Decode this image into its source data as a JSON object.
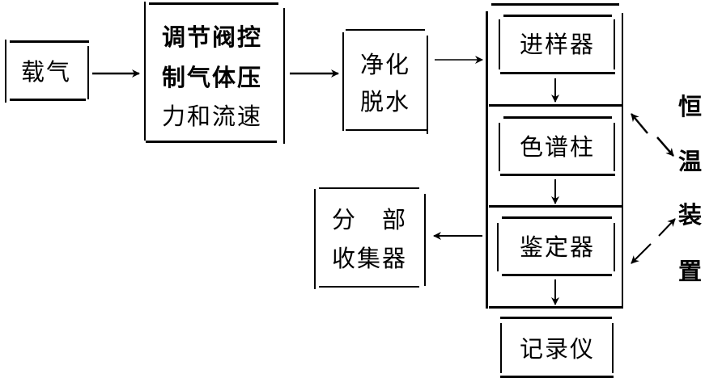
{
  "diagram": {
    "title": "",
    "nodes": {
      "carrier_gas": {
        "label": "载气"
      },
      "regulator": {
        "lines": [
          "调节阀控",
          "制气体压",
          "力和流速"
        ]
      },
      "purify": {
        "lines": [
          "净化",
          "脱水"
        ]
      },
      "injector": {
        "label": "进样器"
      },
      "column": {
        "label": "色谱柱"
      },
      "detector": {
        "label": "鉴定器"
      },
      "fraction_collector": {
        "lines": [
          "分　部",
          "收集器"
        ]
      },
      "recorder": {
        "label": "记录仪"
      },
      "thermostat": {
        "chars": [
          "恒",
          "温",
          "装",
          "置"
        ]
      }
    },
    "edges": [
      {
        "from": "carrier_gas",
        "to": "regulator"
      },
      {
        "from": "regulator",
        "to": "purify"
      },
      {
        "from": "purify",
        "to": "injector"
      },
      {
        "from": "injector",
        "to": "column"
      },
      {
        "from": "column",
        "to": "detector"
      },
      {
        "from": "detector",
        "to": "recorder"
      },
      {
        "from": "detector",
        "to": "fraction_collector"
      },
      {
        "from": "thermostat",
        "to": "column",
        "bidirectional": true
      },
      {
        "from": "thermostat",
        "to": "detector",
        "bidirectional": true
      }
    ]
  }
}
